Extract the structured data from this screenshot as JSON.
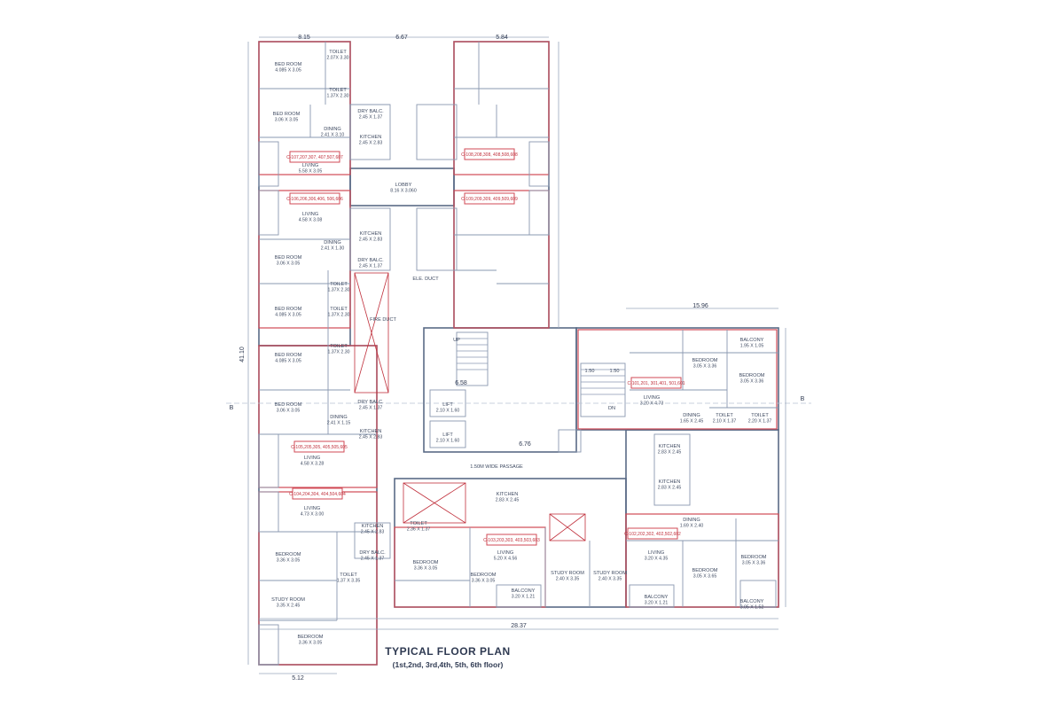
{
  "plan": {
    "title": "TYPICAL FLOOR PLAN",
    "subtitle": "(1st,2nd, 3rd,4th, 5th, 6th floor)",
    "dimensions": {
      "top_left_width": "8.15",
      "top_gap": "6.67",
      "top_right_width": "5.84",
      "right_wing_width": "15.96",
      "bottom_total": "28.37",
      "bottom_left": "5.12",
      "overall_height": "41.10",
      "core_width": "6.58",
      "passage_width": "6.76"
    },
    "rooms": [
      {
        "id": "r1",
        "name": "BED ROOM",
        "size": "4.085 X 3.05"
      },
      {
        "id": "r2",
        "name": "TOILET",
        "size": "2.07X 3.30"
      },
      {
        "id": "r3",
        "name": "TOILET",
        "size": "1.37X 2.30"
      },
      {
        "id": "r4",
        "name": "BED ROOM",
        "size": "3.06 X 3.05"
      },
      {
        "id": "r5",
        "name": "DINING",
        "size": "2.41 X 3.10"
      },
      {
        "id": "r6",
        "name": "DRY BALC.",
        "size": "2.45 X 1.37"
      },
      {
        "id": "r7",
        "name": "KITCHEN",
        "size": "2.45 X 2.83"
      },
      {
        "id": "r8",
        "name": "LIVING",
        "size": "5.58 X 3.05"
      },
      {
        "id": "r9",
        "name": "LOBBY",
        "size": "8.16 X 3.060"
      },
      {
        "id": "r10",
        "name": "LIVING",
        "size": "4.58 X 3.08"
      },
      {
        "id": "r11",
        "name": "KITCHEN",
        "size": "2.45 X 2.83"
      },
      {
        "id": "r12",
        "name": "DINING",
        "size": "2.41 X 1.30"
      },
      {
        "id": "r13",
        "name": "DRY BALC.",
        "size": "2.45 X 1.37"
      },
      {
        "id": "r14",
        "name": "BED ROOM",
        "size": "3.06 X 3.05"
      },
      {
        "id": "r15",
        "name": "TOILET",
        "size": "1.37X 2.30"
      },
      {
        "id": "r16",
        "name": "BED ROOM",
        "size": "4.085 X 3.05"
      },
      {
        "id": "r17",
        "name": "TOILET",
        "size": "1.37X 2.30"
      },
      {
        "id": "r18",
        "name": "BED ROOM",
        "size": "4.085 X 3.05"
      },
      {
        "id": "r19",
        "name": "TOILET",
        "size": "1.37X 2.30"
      },
      {
        "id": "r20",
        "name": "BED ROOM",
        "size": "3.06 X 3.05"
      },
      {
        "id": "r21",
        "name": "DINING",
        "size": "2.41 X 1.15"
      },
      {
        "id": "r22",
        "name": "DRY BALC.",
        "size": "2.45 X 1.37"
      },
      {
        "id": "r23",
        "name": "KITCHEN",
        "size": "2.45 X 2.83"
      },
      {
        "id": "r24",
        "name": "LIVING",
        "size": "4.58 X 3.28"
      },
      {
        "id": "r25",
        "name": "LIVING",
        "size": "4.73 X 3.00"
      },
      {
        "id": "r26",
        "name": "KITCHEN",
        "size": "2.45 X 2.83"
      },
      {
        "id": "r27",
        "name": "DRY BALC.",
        "size": "2.45 X 1.37"
      },
      {
        "id": "r28",
        "name": "BEDROOM",
        "size": "3.36 X 3.05"
      },
      {
        "id": "r29",
        "name": "STUDY ROOM",
        "size": "3.35 X 2.45"
      },
      {
        "id": "r30",
        "name": "BEDROOM",
        "size": "3.36 X 3.05"
      },
      {
        "id": "r31",
        "name": "TOILET",
        "size": "1.37 X 3.35"
      },
      {
        "id": "r32",
        "name": "LIFT",
        "size": "2.10 X 1.60"
      },
      {
        "id": "r33",
        "name": "LIFT",
        "size": "2.10 X 1.60"
      },
      {
        "id": "r34",
        "name": "KITCHEN",
        "size": "2.83 X 2.45"
      },
      {
        "id": "r35",
        "name": "TOILET",
        "size": "2.36 X 1.37"
      },
      {
        "id": "r36",
        "name": "BEDROOM",
        "size": "3.36 X 3.05"
      },
      {
        "id": "r37",
        "name": "BEDROOM",
        "size": "3.36 X 3.05"
      },
      {
        "id": "r38",
        "name": "LIVING",
        "size": "5.20 X 4.56"
      },
      {
        "id": "r39",
        "name": "BALCONY",
        "size": "3.20 X 1.21"
      },
      {
        "id": "r40",
        "name": "STUDY ROOM",
        "size": "2.40 X 3.35"
      },
      {
        "id": "r41",
        "name": "STUDY ROOM",
        "size": "2.40 X 3.35"
      },
      {
        "id": "r42",
        "name": "LIVING",
        "size": "3.20 X 4.35"
      },
      {
        "id": "r43",
        "name": "BALCONY",
        "size": "3.20 X 1.21"
      },
      {
        "id": "r44",
        "name": "BEDROOM",
        "size": "3.05 X 3.36"
      },
      {
        "id": "r45",
        "name": "BEDROOM",
        "size": "3.05 X 3.36"
      },
      {
        "id": "r46",
        "name": "DINING",
        "size": "1.69 X 2.40"
      },
      {
        "id": "r47",
        "name": "KITCHEN",
        "size": "2.83 X 2.45"
      },
      {
        "id": "r48",
        "name": "KITCHEN",
        "size": "2.83 X 2.45"
      },
      {
        "id": "r49",
        "name": "BALCONY",
        "size": "3.05 X 1.52"
      },
      {
        "id": "r50",
        "name": "BEDROOM",
        "size": "3.05 X 3.36"
      },
      {
        "id": "r51",
        "name": "BALCONY",
        "size": "1.95 X 1.05"
      },
      {
        "id": "r52",
        "name": "BEDROOM",
        "size": "3.05 X 3.65"
      },
      {
        "id": "r53",
        "name": "LIVING",
        "size": "3.20 X 4.73"
      },
      {
        "id": "r54",
        "name": "DINING",
        "size": "1.65 X 2.45"
      },
      {
        "id": "r55",
        "name": "TOILET",
        "size": "2.10 X 1.37"
      },
      {
        "id": "r56",
        "name": "TOILET",
        "size": "2.20 X 1.37"
      }
    ],
    "unit_labels": [
      {
        "id": "u1",
        "text": "C-107,207,307, 407,507,607"
      },
      {
        "id": "u2",
        "text": "C-108,208,308, 408,508,608"
      },
      {
        "id": "u3",
        "text": "C-106,206,306,406, 506,606"
      },
      {
        "id": "u4",
        "text": "C-109,209,309, 409,509,609"
      },
      {
        "id": "u5",
        "text": "C-105,205,305, 405,505,605"
      },
      {
        "id": "u6",
        "text": "C-104,204,304, 404,504,604"
      },
      {
        "id": "u7",
        "text": "C-101,201, 301,401, 501,601"
      },
      {
        "id": "u8",
        "text": "C-103,203,303, 403,503,603"
      },
      {
        "id": "u9",
        "text": "C-102,202,302, 402,502,602"
      }
    ],
    "labels": {
      "passage": "1.50M WIDE PASSAGE",
      "fire_duct": "FIRE DUCT",
      "ele_duct": "ELE. DUCT",
      "up": "UP",
      "dn": "DN",
      "stair_w1": "1.50",
      "stair_w2": "1.50",
      "side_marker_left": "B",
      "side_marker_right": "B"
    }
  }
}
